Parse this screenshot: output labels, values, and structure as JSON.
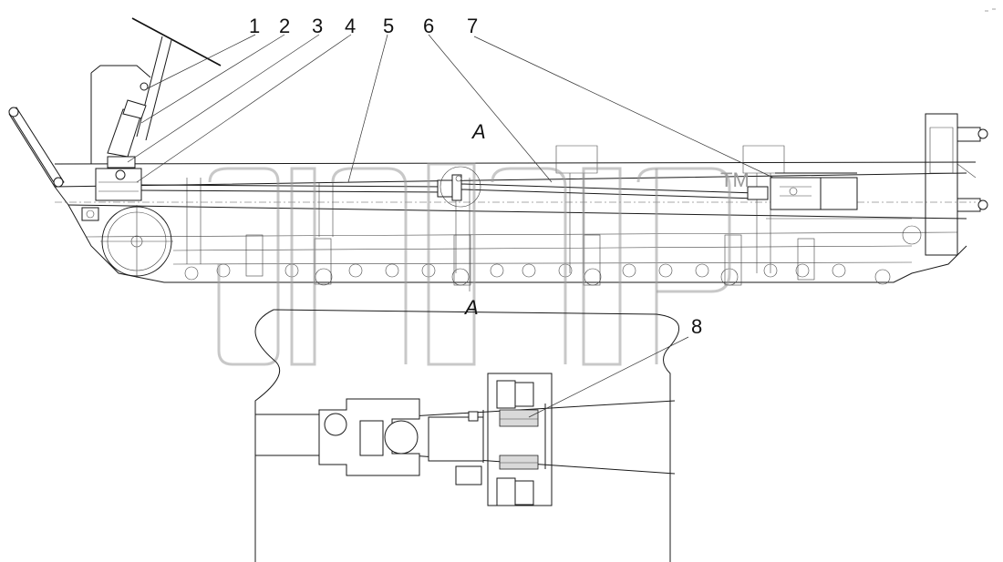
{
  "callouts": [
    "1",
    "2",
    "3",
    "4",
    "5",
    "6",
    "7",
    "8"
  ],
  "view_label": "A",
  "section_label": "A",
  "trademark": "TM"
}
